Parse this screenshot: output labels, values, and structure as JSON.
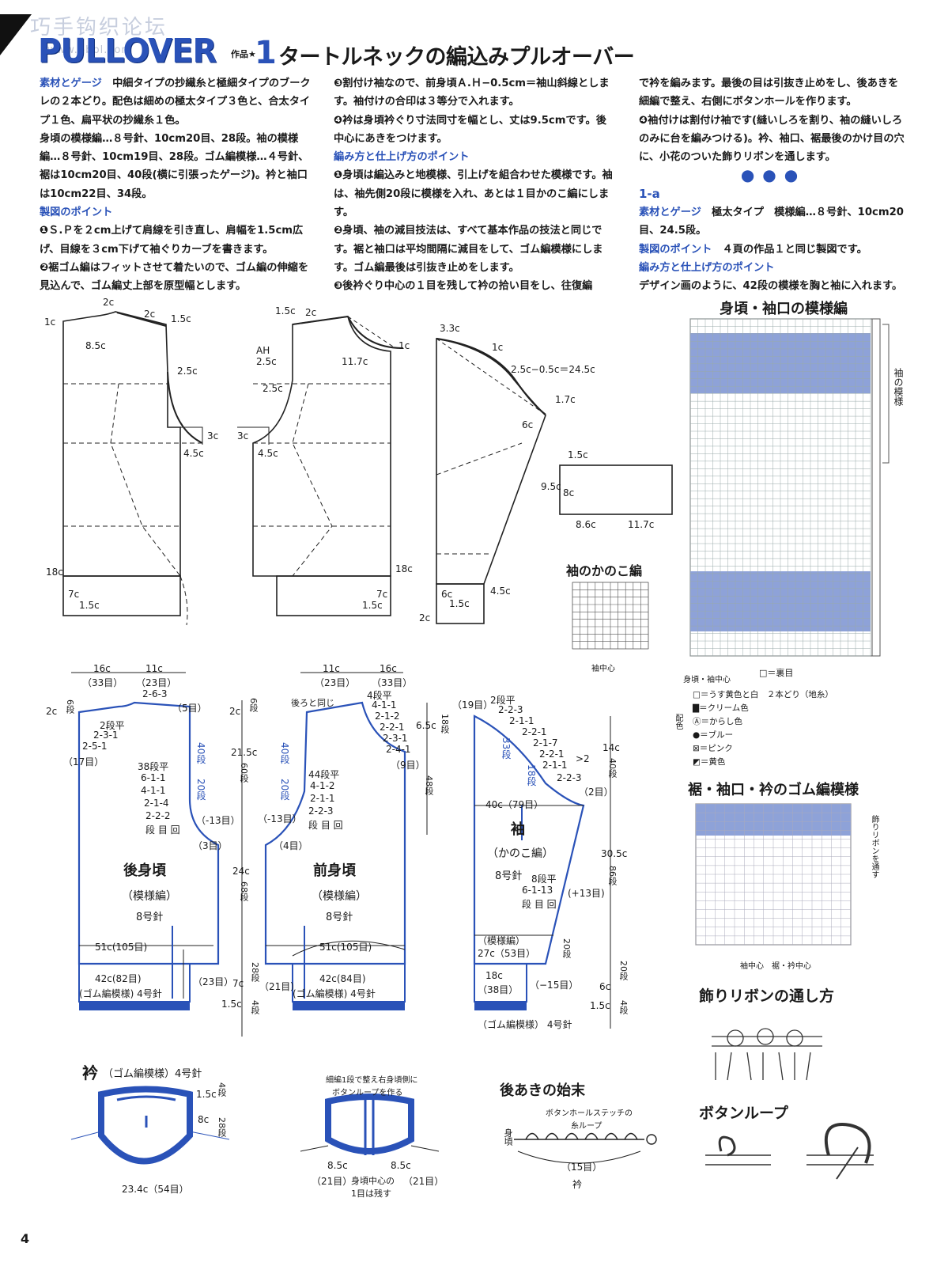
{
  "header": {
    "watermark": "巧手钩织论坛",
    "watermark_sub": "www.pbbl.com",
    "title_en": "PULLOVER",
    "work_label": "作品★",
    "work_num": "1",
    "title_jp": "タートルネックの編込みプルオーバー"
  },
  "col1": {
    "h1": "素材とゲージ",
    "p1": "中細タイプの抄繊糸と極細タイプのブークレの２本どり。配色は細めの極太タイプ３色と、合太タイプ１色、扁平状の抄繊糸１色。",
    "p2": "身頃の模様編…８号針、10cm20目、28段。袖の模様編…８号針、10cm19目、28段。ゴム編模様…４号針、裾は10cm20目、40段(横に引張ったゲージ)。衿と袖口は10cm22目、34段。",
    "h2": "製図のポイント",
    "p3": "❶Ｓ.Ｐを２cm上げて肩線を引き直し、肩幅を1.5cm広げ、目線を３cm下げて袖ぐりカーブを書きます。",
    "p4": "❷裾ゴム編はフィットさせて着たいので、ゴム編の伸縮を見込んで、ゴム編丈上部を原型幅とします。"
  },
  "col2": {
    "p1": "❸割付け袖なので、前身頃Ａ.Ｈ−0.5cm＝袖山斜線とします。袖付けの合印は３等分で入れます。",
    "p2": "❹衿は身頃衿ぐり寸法同寸を幅とし、丈は9.5cmです。後中心にあきをつけます。",
    "h1": "編み方と仕上げ方のポイント",
    "p3": "❶身頃は編込みと地模様、引上げを組合わせた模様です。袖は、袖先側20段に模様を入れ、あとは１目かのこ編にします。",
    "p4": "❷身頃、袖の減目技法は、すべて基本作品の技法と同じです。裾と袖口は平均間隔に減目をして、ゴム編模様にします。ゴム編最後は引抜き止めをします。",
    "p5": "❸後衿ぐり中心の１目を残して衿の拾い目をし、往復編"
  },
  "col3": {
    "p1": "で衿を編みます。最後の目は引抜き止めをし、後あきを細編で整え、右側にボタンホールを作ります。",
    "p2": "❹袖付けは割付け袖です(縫いしろを割り、袖の縫いしろのみに台を編みつける)。衿、袖口、裾最後のかけ目の穴に、小花のついた飾りリボンを通します。",
    "dots": "●●●",
    "h0": "1-a",
    "h1": "素材とゲージ",
    "p3": "極太タイプ　模様編…８号針、10cm20目、24.5段。",
    "h2": "製図のポイント",
    "p4": "４頁の作品１と同じ製図です。",
    "h3": "編み方と仕上げ方のポイント",
    "p5": "デザイン画のように、42段の模様を胸と袖に入れます。"
  },
  "draft_labels": {
    "b1": "1c",
    "b2": "2c",
    "b3": "2c",
    "b4": "1.5c",
    "b5": "8.5c",
    "b6": "2.5c",
    "b7": "3c",
    "b8": "4.5c",
    "b9": "18c",
    "b10": "7c",
    "b11": "1.5c",
    "f1": "1.5c",
    "f2": "2c",
    "f3": "1c",
    "f4": "AH",
    "f5": "2.5c",
    "f6": "11.7c",
    "f7": "2.5c",
    "f8": "3c",
    "f9": "4.5c",
    "f10": "18c",
    "f11": "7c",
    "f12": "1.5c",
    "s1": "3.3c",
    "s2": "1c",
    "s3": "2.5c−0.5c＝24.5c",
    "s4": "1.7c",
    "s5": "6c",
    "s6": "4.5c",
    "s7": "6c",
    "s8": "1.5c",
    "s9": "2c",
    "c1": "1.5c",
    "c2": "9.5c",
    "c3": "8c",
    "c4": "8.6c",
    "c5": "11.7c"
  },
  "pattern": {
    "title": "身頃・袖口の模様編",
    "side": "袖の模様",
    "legend_left": "身頃・袖中心",
    "legend_right": "□＝裏目",
    "side_label": "配色",
    "legend": [
      "□＝うす黄色と白　２本どり（地糸）",
      "▇＝クリーム色",
      "Ⓐ＝からし色",
      "●＝ブルー",
      "⊠＝ピンク",
      "◩＝黄色"
    ]
  },
  "kanoko": {
    "title": "袖のかのこ編",
    "center": "袖中心"
  },
  "rib": {
    "title": "裾・袖口・衿のゴム編模様",
    "side": "飾りリボンを通す",
    "bottom": "袖中心　裾・衿中心"
  },
  "back": {
    "w1": "16c",
    "w1s": "（33目）",
    "w2": "11c",
    "w2s": "（23目）",
    "t1": "2-6-3",
    "t2": "（5目）",
    "sh1": "2c",
    "sh1s": "6段",
    "nk": "2段平",
    "nk2": "2-3-1",
    "nk3": "2-5-1",
    "nk4": "（17目）",
    "rows": "40段",
    "rows2": "20段",
    "ah": "38段平",
    "ah2": "6-1-1",
    "ah3": "4-1-1",
    "ah4": "2-1-4",
    "ah5": "2-2-2",
    "ah6": "段 目 回",
    "ah7": "（-13目）",
    "ah8": "（3目）",
    "name": "後身頃",
    "pat": "（模様編）",
    "needle": "8号針",
    "wid": "51c(105目)",
    "rib": "42c(82目)",
    "ribname": "(ゴム編模様) 4号針",
    "rib23": "（23目）"
  },
  "front": {
    "w1": "11c",
    "w1s": "（23目）",
    "w2": "16c",
    "w2s": "（33目）",
    "same": "後ろと同じ",
    "n1": "4段平",
    "n2": "4-1-1",
    "n3": "2-1-2",
    "n4": "2-2-1",
    "n5": "2-3-1",
    "n6": "2-4-1",
    "n7": "（9目）",
    "sh1": "2c",
    "sh1s": "6段",
    "h1": "21.5c",
    "h1s": "60段",
    "h2": "24c",
    "h2s": "68段",
    "h3": "7c",
    "h3s": "28段",
    "r1": "40段",
    "r2": "20段",
    "a1": "44段平",
    "a2": "4-1-2",
    "a3": "2-1-1",
    "a4": "2-2-3",
    "a5": "段 目 回",
    "a6": "（-13目）",
    "a7": "（4目）",
    "name": "前身頃",
    "pat": "（模様編）",
    "needle": "8号針",
    "wid": "51c(105目)",
    "rib": "42c(84目)",
    "ribname": "(ゴム編模様) 4号針",
    "rib21": "（21目）",
    "b15": "1.5c",
    "b4": "4段",
    "n65": "6.5c",
    "n18": "18段",
    "n48": "48段"
  },
  "sleeve": {
    "top": "（19目）",
    "t1": "2段平",
    "t2": "2-2-3",
    "t3": "2-1-1",
    "t4": "2-2-1",
    "t5": "2-1-7",
    "t6": "2-2-1",
    "t7": "2-1-1",
    "t8": "2-2-3",
    "t9": ">2",
    "t10": "（2目）",
    "r33": "33段",
    "r18": "18段",
    "w": "40c（79目）",
    "name": "袖",
    "pat": "（かのこ編）",
    "needle": "8号針",
    "inc1": "8段平",
    "inc2": "6-1-13",
    "inc3": "段 目 回",
    "inc4": "(+13目)",
    "h1": "14c",
    "h1s": "40段",
    "h2": "30.5c",
    "h2s": "86段",
    "h3": "6c",
    "h3s": "20段",
    "h4": "1.5c",
    "h4s": "4段",
    "pat2": "（模様編）",
    "w2": "27c（53目）",
    "w3": "18c",
    "w3s": "（38目）",
    "dec": "（−15目）",
    "r20": "20段",
    "ribname": "（ゴム編模様） 4号針"
  },
  "collar": {
    "title": "衿",
    "sub": "（ゴム編模様）4号針",
    "d1": "1.5c",
    "d1s": "4段",
    "d2": "8c",
    "d2s": "28段",
    "w": "23.4c（54目）"
  },
  "collar2": {
    "note1": "細編1段で整え右身頃側に",
    "note2": "ボタンループを作る",
    "l": "8.5c",
    "ls": "（21目）",
    "r": "8.5c",
    "rs": "（21目）",
    "c": "身頃中心の",
    "c2": "1目は残す"
  },
  "opening": {
    "title": "後あきの始末",
    "n1": "ボタンホールステッチの",
    "n2": "糸ループ",
    "side": "身頃",
    "w": "（15目）",
    "bot": "衿"
  },
  "ribbon": {
    "title": "飾りリボンの通し方"
  },
  "loop": {
    "title": "ボタンループ"
  },
  "page_no": "4",
  "colors": {
    "accent": "#2a52b8",
    "pattern_fill": "#8ea2d8",
    "rule": "#2a52b8"
  }
}
